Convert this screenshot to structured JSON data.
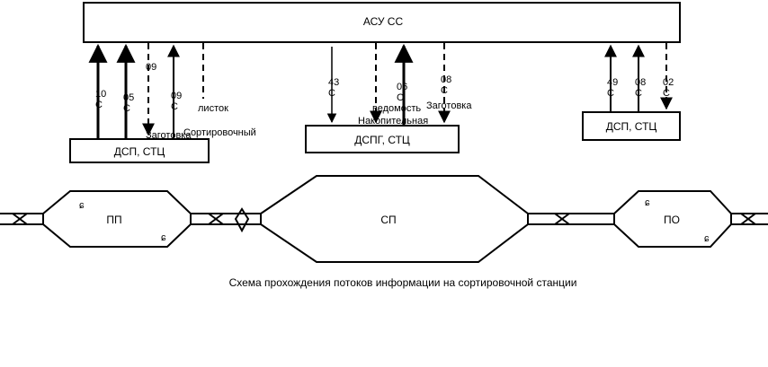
{
  "boxes": {
    "asu": "АСУ СС",
    "dsp_left": "ДСП, СТЦ",
    "dspg": "ДСПГ, СТЦ",
    "dsp_right": "ДСП, СТЦ"
  },
  "yards": {
    "pp": "ПП",
    "sp": "СП",
    "po": "ПО"
  },
  "codes": {
    "left_a": "10\nС",
    "left_b": "05\nС",
    "left_c": "09",
    "left_d": "09\nС",
    "mid_a": "43\nС",
    "mid_b": "06\nС",
    "mid_c": "08\nС",
    "right_a": "49\nС",
    "right_b": "08\nС",
    "right_c": "02\nС"
  },
  "doc_labels": {
    "zagotovka_left": "Заготовка",
    "listok_line1": "листок",
    "listok_line2": "Сортировочный",
    "vedomost_line1": "ведомость",
    "vedomost_line2": "Накопительная",
    "zagotovka_mid": "Заготовка"
  },
  "caption": "Схема прохождения потоков информации на сортировочной станции"
}
